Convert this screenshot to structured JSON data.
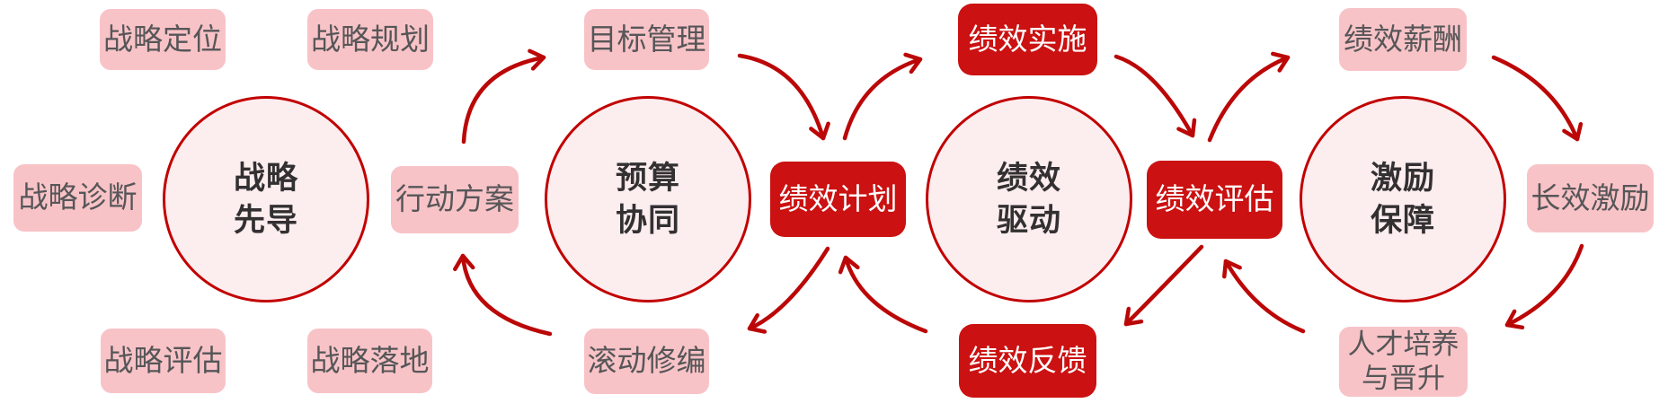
{
  "diagram": {
    "colors": {
      "pink_box_fill": "#F8C3C7",
      "red_box_fill": "#CB1111",
      "circle_fill": "#FCEDEF",
      "circle_border": "#C20000",
      "circle_text": "#333032",
      "box_text": "#565658",
      "red_box_text": "#FFFFFF",
      "arrow_color": "#BB0707"
    },
    "circles": [
      {
        "label": "战略\n先导"
      },
      {
        "label": "预算\n协同"
      },
      {
        "label": "绩效\n驱动"
      },
      {
        "label": "激励\n保障"
      }
    ],
    "boxes": [
      {
        "label": "战略定位",
        "style": "pink"
      },
      {
        "label": "战略规划",
        "style": "pink"
      },
      {
        "label": "目标管理",
        "style": "pink"
      },
      {
        "label": "绩效实施",
        "style": "red"
      },
      {
        "label": "绩效薪酬",
        "style": "pink"
      },
      {
        "label": "战略诊断",
        "style": "pink"
      },
      {
        "label": "行动方案",
        "style": "pink"
      },
      {
        "label": "绩效计划",
        "style": "red"
      },
      {
        "label": "绩效评估",
        "style": "red"
      },
      {
        "label": "长效激励",
        "style": "pink"
      },
      {
        "label": "战略评估",
        "style": "pink"
      },
      {
        "label": "战略落地",
        "style": "pink"
      },
      {
        "label": "滚动修编",
        "style": "pink"
      },
      {
        "label": "绩效反馈",
        "style": "red"
      },
      {
        "label": "人才培养\n与晋升",
        "style": "pink"
      }
    ],
    "arrows": [
      {
        "from": "行动方案",
        "to": "目标管理"
      },
      {
        "from": "目标管理",
        "to": "绩效计划"
      },
      {
        "from": "绩效计划",
        "to": "绩效实施"
      },
      {
        "from": "绩效实施",
        "to": "绩效评估"
      },
      {
        "from": "绩效评估",
        "to": "绩效薪酬"
      },
      {
        "from": "绩效薪酬",
        "to": "长效激励"
      },
      {
        "from": "长效激励",
        "to": "人才培养与晋升"
      },
      {
        "from": "人才培养与晋升",
        "to": "绩效评估"
      },
      {
        "from": "绩效评估",
        "to": "绩效反馈"
      },
      {
        "from": "绩效反馈",
        "to": "绩效计划"
      },
      {
        "from": "绩效计划",
        "to": "滚动修编"
      },
      {
        "from": "滚动修编",
        "to": "行动方案"
      }
    ]
  }
}
